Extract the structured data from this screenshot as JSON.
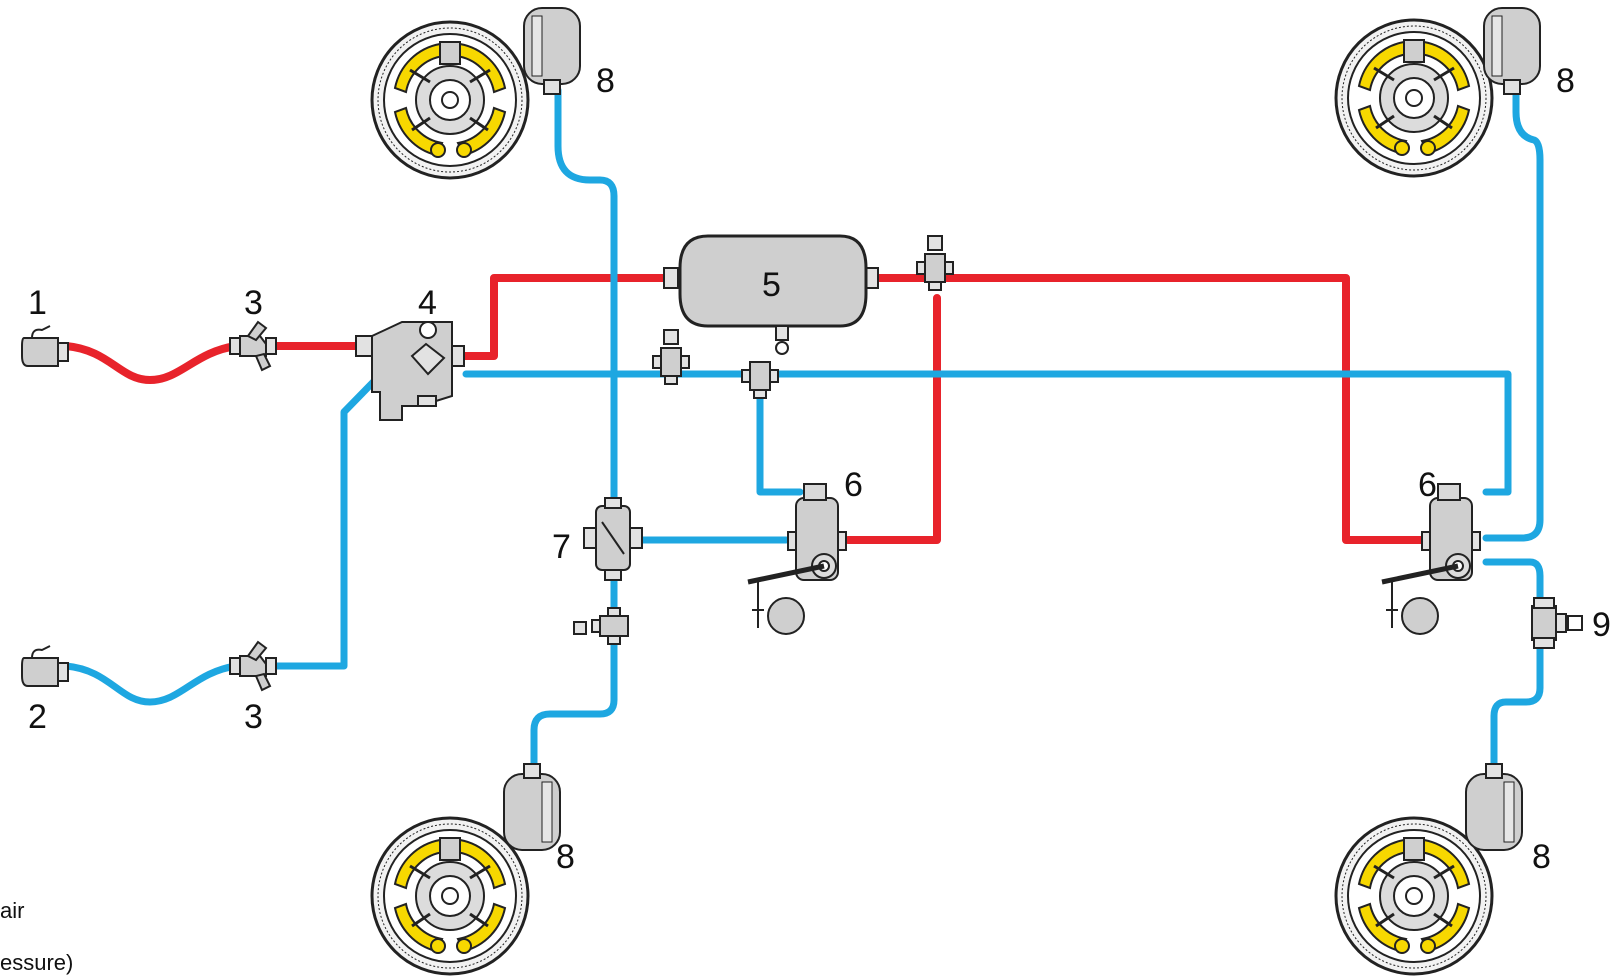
{
  "diagram": {
    "labels": {
      "c1": "1",
      "c2": "2",
      "f3a": "3",
      "f3b": "3",
      "v4": "4",
      "tank5": "5",
      "v6a": "6",
      "v6b": "6",
      "v7": "7",
      "w8tl": "8",
      "w8tr": "8",
      "w8bl": "8",
      "w8br": "8",
      "v9": "9"
    },
    "legend": {
      "line1": "air",
      "line2": "essure)"
    },
    "colors": {
      "supply_line": "#e8232b",
      "control_line": "#1ea7e1",
      "brake_shoe": "#f7d800",
      "component": "#cfcfcf"
    }
  }
}
